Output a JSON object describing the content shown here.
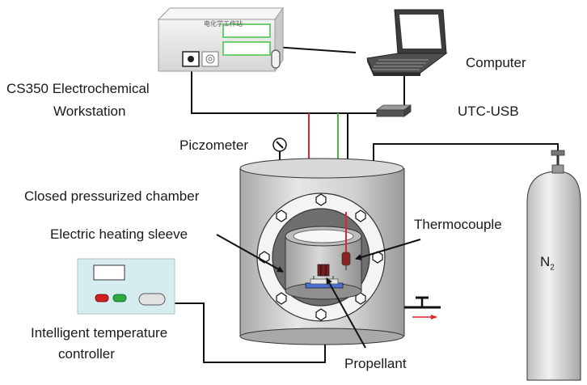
{
  "labels": {
    "workstation_line1": "CS350 Electrochemical",
    "workstation_line2": "Workstation",
    "computer": "Computer",
    "utc_usb": "UTC-USB",
    "piezometer": "Piczometer",
    "chamber": "Closed pressurized chamber",
    "heating_sleeve": "Electric heating sleeve",
    "thermocouple": "Thermocouple",
    "controller_line1": "Intelligent temperature",
    "controller_line2": "controller",
    "propellant": "Propellant",
    "n2_base": "N",
    "n2_sub": "2",
    "workstation_panel_text": "电化学工作站"
  },
  "colors": {
    "device_gray": "#e8e8e8",
    "controller_panel": "#d7ecef",
    "chamber_body": "#cfcfcf",
    "wire_red": "#e0262a",
    "wire_green": "#3fbf3f",
    "display_green": "#6fcf6f",
    "cable_black": "#111111"
  }
}
